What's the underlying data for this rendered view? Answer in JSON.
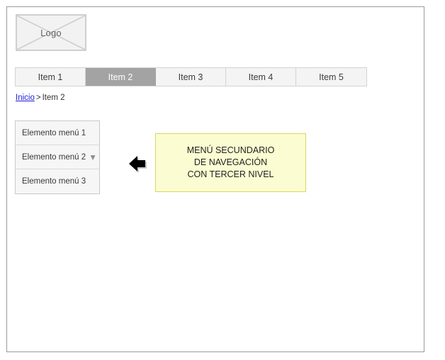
{
  "logo": {
    "label": "Logo",
    "icon": "image-placeholder-icon"
  },
  "tabs": [
    {
      "label": "Item 1",
      "active": false
    },
    {
      "label": "Item 2",
      "active": true
    },
    {
      "label": "Item 3",
      "active": false
    },
    {
      "label": "Item 4",
      "active": false
    },
    {
      "label": "Item 5",
      "active": false
    }
  ],
  "breadcrumb": {
    "home_label": "Inicio",
    "separator": ">",
    "current_label": "Item 2"
  },
  "side_menu": {
    "items": [
      {
        "label": "Elemento menú 1",
        "has_caret": false
      },
      {
        "label": "Elemento menú 2",
        "has_caret": true,
        "caret": "▼"
      },
      {
        "label": "Elemento menú 3",
        "has_caret": false
      }
    ]
  },
  "annotation": {
    "arrow_icon": "arrow-left-icon",
    "callout_text": "MENÚ SECUNDARIO\nDE NAVEGACIÓN\nCON TERCER NIVEL"
  },
  "colors": {
    "frame_border": "#9a9a9a",
    "tab_active_bg": "#a3a3a3",
    "tab_inactive_bg": "#f4f4f4",
    "link": "#1a1ad6",
    "callout_bg": "#fcfcd2",
    "callout_border": "#d8d860",
    "menu_bg": "#f6f6f6"
  }
}
